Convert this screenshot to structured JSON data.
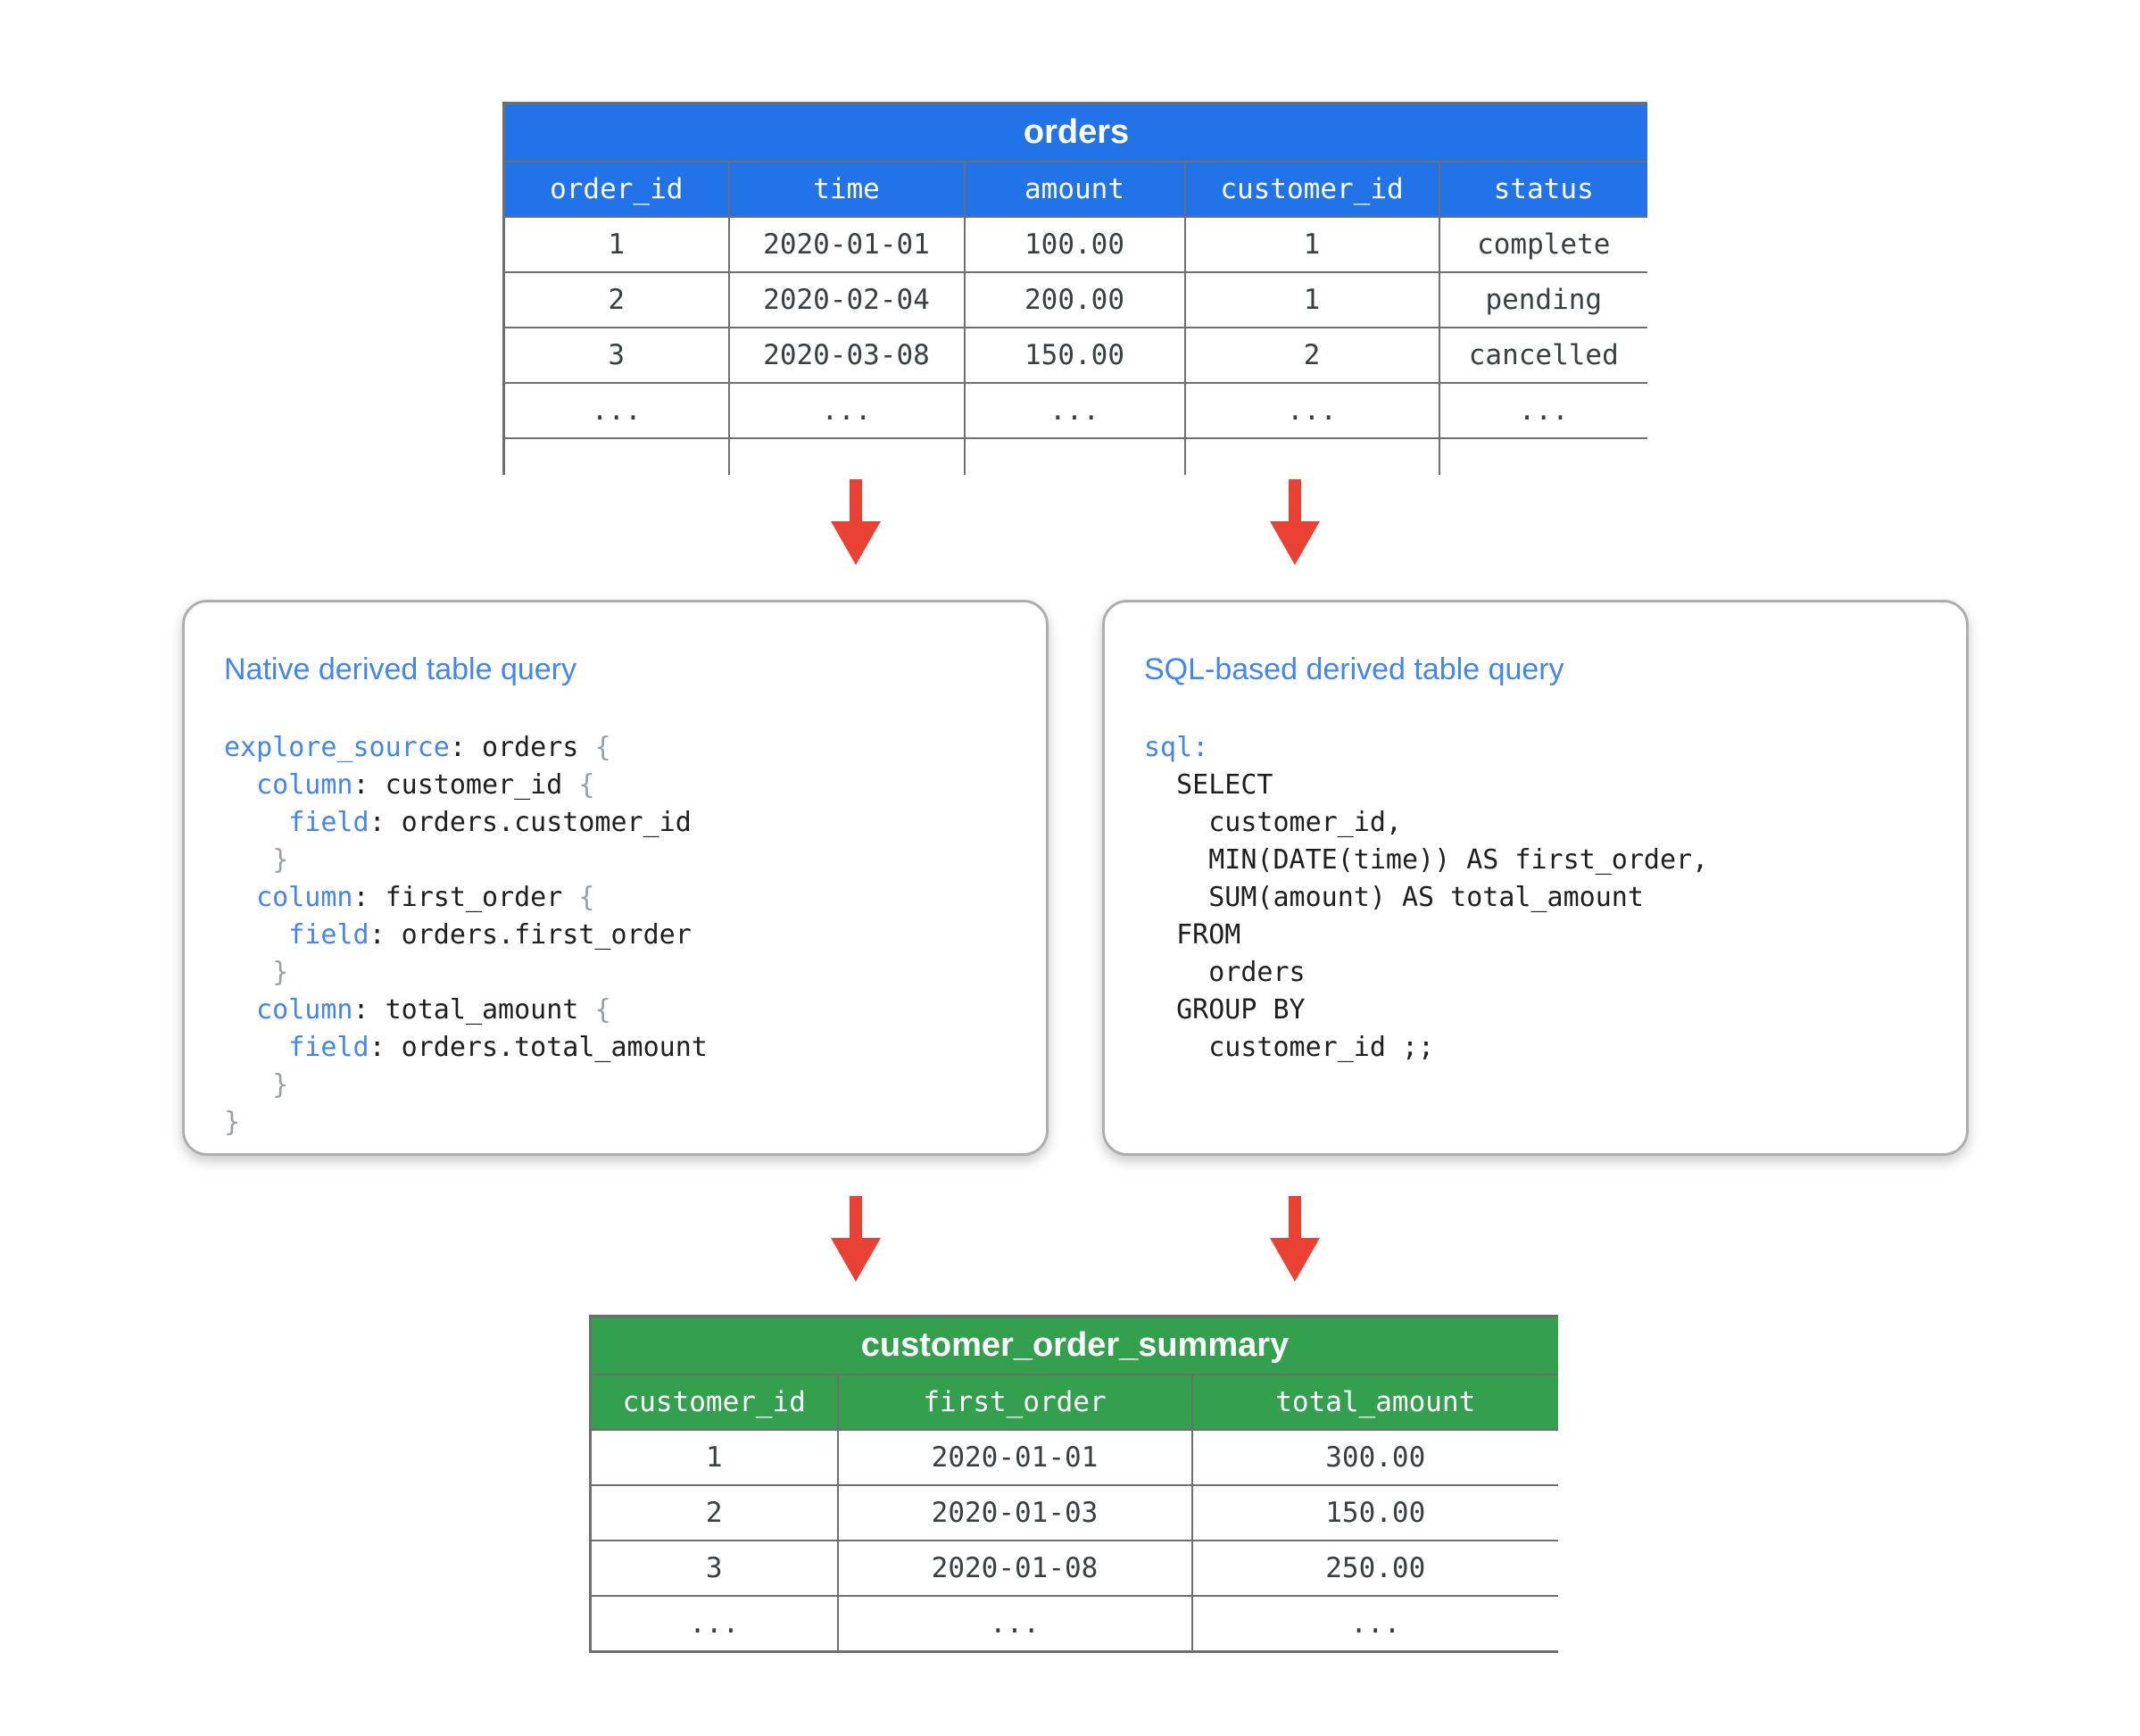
{
  "colors": {
    "table_header_blue": "#2273e8",
    "summary_header_green": "#33a04e",
    "arrow_red": "#e94235",
    "code_keyword_blue": "#4285f4",
    "card_title_blue": "#4285f4",
    "brace_gray": "#9aa0a6",
    "table_border_gray": "#6e6e6e"
  },
  "orders_table": {
    "title": "orders",
    "columns": [
      "order_id",
      "time",
      "amount",
      "customer_id",
      "status"
    ],
    "rows": [
      [
        "1",
        "2020-01-01",
        "100.00",
        "1",
        "complete"
      ],
      [
        "2",
        "2020-02-04",
        "200.00",
        "1",
        "pending"
      ],
      [
        "3",
        "2020-03-08",
        "150.00",
        "2",
        "cancelled"
      ],
      [
        "...",
        "...",
        "...",
        "...",
        "..."
      ]
    ],
    "cut_off_bottom": true
  },
  "native_box": {
    "title": "Native derived table query",
    "code": [
      [
        {
          "t": "explore_source",
          "k": "kw"
        },
        {
          "t": ": orders ",
          "k": "p"
        },
        {
          "t": "{",
          "k": "br"
        }
      ],
      [
        {
          "t": "  ",
          "k": "p"
        },
        {
          "t": "column",
          "k": "kw"
        },
        {
          "t": ": customer_id ",
          "k": "p"
        },
        {
          "t": "{",
          "k": "br"
        }
      ],
      [
        {
          "t": "    ",
          "k": "p"
        },
        {
          "t": "field",
          "k": "kw"
        },
        {
          "t": ": orders.customer_id",
          "k": "p"
        }
      ],
      [
        {
          "t": "   ",
          "k": "p"
        },
        {
          "t": "}",
          "k": "br"
        }
      ],
      [
        {
          "t": "  ",
          "k": "p"
        },
        {
          "t": "column",
          "k": "kw"
        },
        {
          "t": ": first_order ",
          "k": "p"
        },
        {
          "t": "{",
          "k": "br"
        }
      ],
      [
        {
          "t": "    ",
          "k": "p"
        },
        {
          "t": "field",
          "k": "kw"
        },
        {
          "t": ": orders.first_order",
          "k": "p"
        }
      ],
      [
        {
          "t": "   ",
          "k": "p"
        },
        {
          "t": "}",
          "k": "br"
        }
      ],
      [
        {
          "t": "  ",
          "k": "p"
        },
        {
          "t": "column",
          "k": "kw"
        },
        {
          "t": ": total_amount ",
          "k": "p"
        },
        {
          "t": "{",
          "k": "br"
        }
      ],
      [
        {
          "t": "    ",
          "k": "p"
        },
        {
          "t": "field",
          "k": "kw"
        },
        {
          "t": ": orders.total_amount",
          "k": "p"
        }
      ],
      [
        {
          "t": "   ",
          "k": "p"
        },
        {
          "t": "}",
          "k": "br"
        }
      ],
      [
        {
          "t": "}",
          "k": "br"
        }
      ]
    ]
  },
  "sql_box": {
    "title": "SQL-based derived table query",
    "code": [
      [
        {
          "t": "sql:",
          "k": "kw"
        }
      ],
      [
        {
          "t": "  SELECT",
          "k": "p"
        }
      ],
      [
        {
          "t": "    customer_id,",
          "k": "p"
        }
      ],
      [
        {
          "t": "    MIN(DATE(time)) AS first_order,",
          "k": "p"
        }
      ],
      [
        {
          "t": "    SUM(amount) AS total_amount",
          "k": "p"
        }
      ],
      [
        {
          "t": "  FROM",
          "k": "p"
        }
      ],
      [
        {
          "t": "    orders",
          "k": "p"
        }
      ],
      [
        {
          "t": "  GROUP BY",
          "k": "p"
        }
      ],
      [
        {
          "t": "    customer_id ;;",
          "k": "p"
        }
      ]
    ]
  },
  "summary_table": {
    "title": "customer_order_summary",
    "columns": [
      "customer_id",
      "first_order",
      "total_amount"
    ],
    "rows": [
      [
        "1",
        "2020-01-01",
        "300.00"
      ],
      [
        "2",
        "2020-01-03",
        "150.00"
      ],
      [
        "3",
        "2020-01-08",
        "250.00"
      ],
      [
        "...",
        "...",
        "..."
      ]
    ]
  },
  "arrows": {
    "icon": "down-arrow",
    "count": 4
  }
}
